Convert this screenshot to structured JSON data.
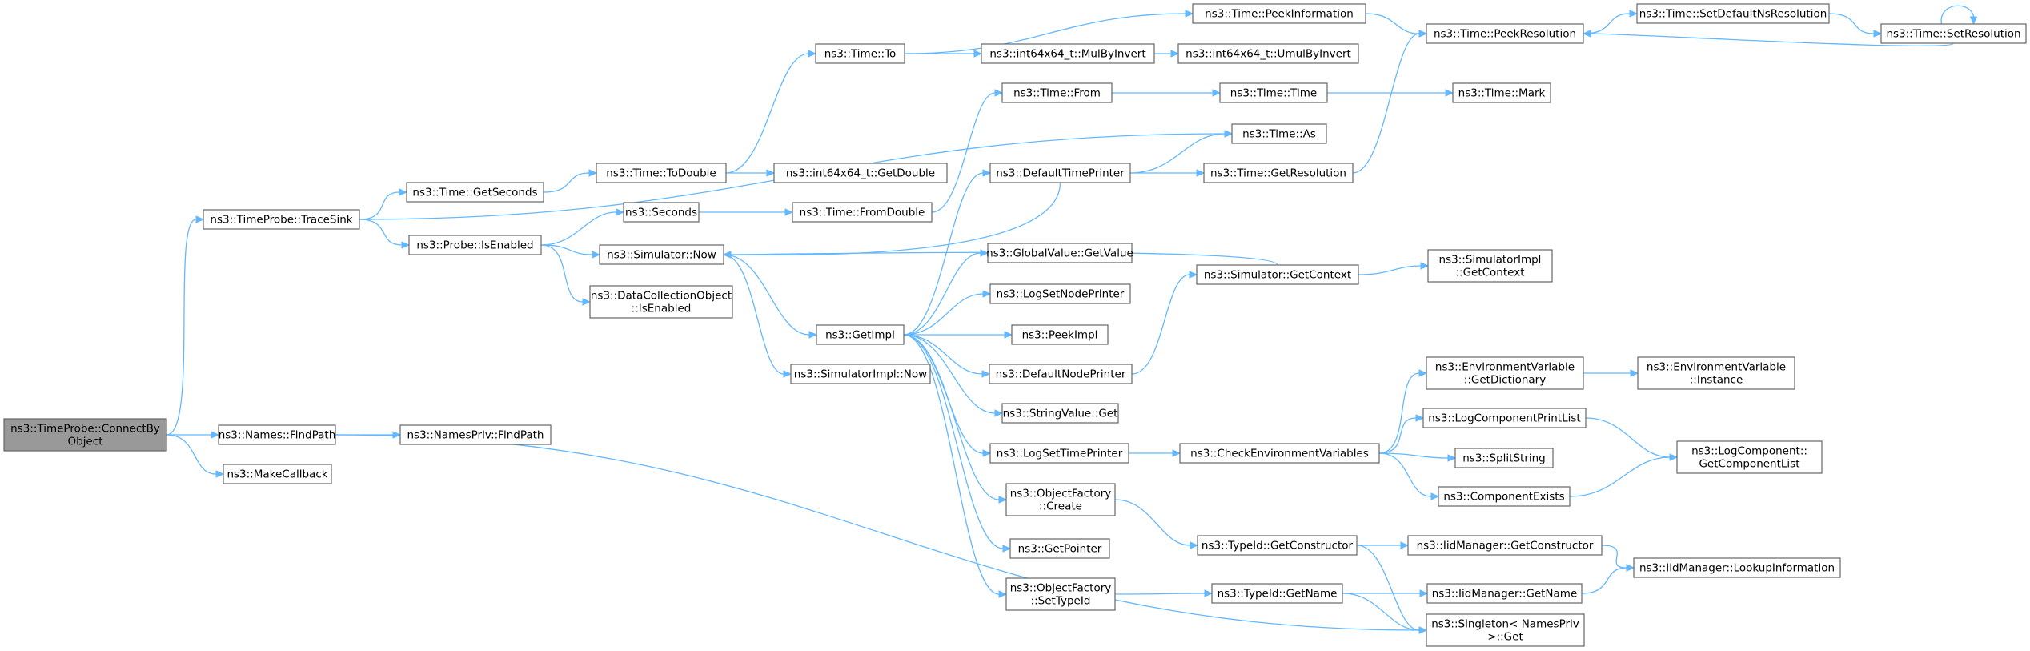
{
  "nodes": [
    {
      "id": "connect",
      "lines": [
        "ns3::TimeProbe::ConnectBy",
        "Object"
      ],
      "root": true
    },
    {
      "id": "tracesink",
      "lines": [
        "ns3::TimeProbe::TraceSink"
      ]
    },
    {
      "id": "findpath",
      "lines": [
        "ns3::Names::FindPath"
      ]
    },
    {
      "id": "makecb",
      "lines": [
        "ns3::MakeCallback"
      ]
    },
    {
      "id": "getseconds",
      "lines": [
        "ns3::Time::GetSeconds"
      ]
    },
    {
      "id": "isenabled",
      "lines": [
        "ns3::Probe::IsEnabled"
      ]
    },
    {
      "id": "as",
      "lines": [
        "ns3::Time::As"
      ]
    },
    {
      "id": "todouble",
      "lines": [
        "ns3::Time::ToDouble"
      ]
    },
    {
      "id": "seconds",
      "lines": [
        "ns3::Seconds"
      ]
    },
    {
      "id": "simnow",
      "lines": [
        "ns3::Simulator::Now"
      ]
    },
    {
      "id": "dcoisenabled",
      "lines": [
        "ns3::DataCollectionObject",
        "::IsEnabled"
      ]
    },
    {
      "id": "namesprivfind",
      "lines": [
        "ns3::NamesPriv::FindPath"
      ]
    },
    {
      "id": "singleton",
      "lines": [
        "ns3::Singleton< NamesPriv",
        ">::Get"
      ]
    },
    {
      "id": "timeto",
      "lines": [
        "ns3::Time::To"
      ]
    },
    {
      "id": "getdouble",
      "lines": [
        "ns3::int64x64_t::GetDouble"
      ]
    },
    {
      "id": "fromdouble",
      "lines": [
        "ns3::Time::FromDouble"
      ]
    },
    {
      "id": "getimpl",
      "lines": [
        "ns3::GetImpl"
      ]
    },
    {
      "id": "simimplnow",
      "lines": [
        "ns3::SimulatorImpl::Now"
      ]
    },
    {
      "id": "peekinfo",
      "lines": [
        "ns3::Time::PeekInformation"
      ]
    },
    {
      "id": "mulbyinvert",
      "lines": [
        "ns3::int64x64_t::MulByInvert"
      ]
    },
    {
      "id": "umulbyinvert",
      "lines": [
        "ns3::int64x64_t::UmulByInvert"
      ]
    },
    {
      "id": "timefrom",
      "lines": [
        "ns3::Time::From"
      ]
    },
    {
      "id": "timetime",
      "lines": [
        "ns3::Time::Time"
      ]
    },
    {
      "id": "timemark",
      "lines": [
        "ns3::Time::Mark"
      ]
    },
    {
      "id": "peekres",
      "lines": [
        "ns3::Time::PeekResolution"
      ]
    },
    {
      "id": "setdefns",
      "lines": [
        "ns3::Time::SetDefaultNsResolution"
      ]
    },
    {
      "id": "setres",
      "lines": [
        "ns3::Time::SetResolution"
      ]
    },
    {
      "id": "deftimeprinter",
      "lines": [
        "ns3::DefaultTimePrinter"
      ]
    },
    {
      "id": "getres",
      "lines": [
        "ns3::Time::GetResolution"
      ]
    },
    {
      "id": "globalvalue",
      "lines": [
        "ns3::GlobalValue::GetValue"
      ]
    },
    {
      "id": "lognodeprinter",
      "lines": [
        "ns3::LogSetNodePrinter"
      ]
    },
    {
      "id": "peekimpl",
      "lines": [
        "ns3::PeekImpl"
      ]
    },
    {
      "id": "defnodeprinter",
      "lines": [
        "ns3::DefaultNodePrinter"
      ]
    },
    {
      "id": "stringvalue",
      "lines": [
        "ns3::StringValue::Get"
      ]
    },
    {
      "id": "logtimeprinter",
      "lines": [
        "ns3::LogSetTimePrinter"
      ]
    },
    {
      "id": "objfactcreate",
      "lines": [
        "ns3::ObjectFactory",
        "::Create"
      ]
    },
    {
      "id": "getpointer",
      "lines": [
        "ns3::GetPointer"
      ]
    },
    {
      "id": "objfactsettype",
      "lines": [
        "ns3::ObjectFactory",
        "::SetTypeId"
      ]
    },
    {
      "id": "simgetctx",
      "lines": [
        "ns3::Simulator::GetContext"
      ]
    },
    {
      "id": "simimplctx",
      "lines": [
        "ns3::SimulatorImpl",
        "::GetContext"
      ]
    },
    {
      "id": "checkenv",
      "lines": [
        "ns3::CheckEnvironmentVariables"
      ]
    },
    {
      "id": "envdict",
      "lines": [
        "ns3::EnvironmentVariable",
        "::GetDictionary"
      ]
    },
    {
      "id": "envinst",
      "lines": [
        "ns3::EnvironmentVariable",
        "::Instance"
      ]
    },
    {
      "id": "logcompprint",
      "lines": [
        "ns3::LogComponentPrintList"
      ]
    },
    {
      "id": "splitstring",
      "lines": [
        "ns3::SplitString"
      ]
    },
    {
      "id": "compexists",
      "lines": [
        "ns3::ComponentExists"
      ]
    },
    {
      "id": "logcomplist",
      "lines": [
        "ns3::LogComponent::",
        "GetComponentList"
      ]
    },
    {
      "id": "typeidctor",
      "lines": [
        "ns3::TypeId::GetConstructor"
      ]
    },
    {
      "id": "typeidname",
      "lines": [
        "ns3::TypeId::GetName"
      ]
    },
    {
      "id": "iidctor",
      "lines": [
        "ns3::IidManager::GetConstructor"
      ]
    },
    {
      "id": "iidname",
      "lines": [
        "ns3::IidManager::GetName"
      ]
    },
    {
      "id": "iidlookup",
      "lines": [
        "ns3::IidManager::LookupInformation"
      ]
    }
  ],
  "edges": [
    [
      "connect",
      "tracesink"
    ],
    [
      "connect",
      "findpath"
    ],
    [
      "connect",
      "makecb"
    ],
    [
      "tracesink",
      "as"
    ],
    [
      "tracesink",
      "getseconds"
    ],
    [
      "tracesink",
      "isenabled"
    ],
    [
      "getseconds",
      "todouble"
    ],
    [
      "todouble",
      "timeto"
    ],
    [
      "todouble",
      "getdouble"
    ],
    [
      "isenabled",
      "seconds"
    ],
    [
      "isenabled",
      "simnow"
    ],
    [
      "isenabled",
      "dcoisenabled"
    ],
    [
      "seconds",
      "fromdouble"
    ],
    [
      "simnow",
      "getimpl"
    ],
    [
      "simnow",
      "simimplnow"
    ],
    [
      "findpath",
      "namesprivfind"
    ],
    [
      "findpath",
      "singleton"
    ],
    [
      "timeto",
      "peekinfo"
    ],
    [
      "timeto",
      "mulbyinvert"
    ],
    [
      "mulbyinvert",
      "umulbyinvert"
    ],
    [
      "peekinfo",
      "peekres"
    ],
    [
      "peekres",
      "setdefns"
    ],
    [
      "setdefns",
      "setres"
    ],
    [
      "setres",
      "peekres"
    ],
    [
      "setres",
      "setres"
    ],
    [
      "fromdouble",
      "timefrom"
    ],
    [
      "timefrom",
      "timetime"
    ],
    [
      "timetime",
      "timemark"
    ],
    [
      "getimpl",
      "deftimeprinter"
    ],
    [
      "getimpl",
      "globalvalue"
    ],
    [
      "getimpl",
      "lognodeprinter"
    ],
    [
      "getimpl",
      "peekimpl"
    ],
    [
      "getimpl",
      "defnodeprinter"
    ],
    [
      "getimpl",
      "stringvalue"
    ],
    [
      "getimpl",
      "logtimeprinter"
    ],
    [
      "getimpl",
      "objfactcreate"
    ],
    [
      "getimpl",
      "getpointer"
    ],
    [
      "getimpl",
      "objfactsettype"
    ],
    [
      "deftimeprinter",
      "as"
    ],
    [
      "deftimeprinter",
      "getres"
    ],
    [
      "deftimeprinter",
      "simnow"
    ],
    [
      "getres",
      "peekres"
    ],
    [
      "defnodeprinter",
      "simgetctx"
    ],
    [
      "simgetctx",
      "simimplctx"
    ],
    [
      "simgetctx",
      "simnow"
    ],
    [
      "logtimeprinter",
      "checkenv"
    ],
    [
      "checkenv",
      "envdict"
    ],
    [
      "checkenv",
      "logcompprint"
    ],
    [
      "checkenv",
      "splitstring"
    ],
    [
      "checkenv",
      "compexists"
    ],
    [
      "envdict",
      "envinst"
    ],
    [
      "logcompprint",
      "logcomplist"
    ],
    [
      "compexists",
      "logcomplist"
    ],
    [
      "objfactcreate",
      "typeidctor"
    ],
    [
      "objfactsettype",
      "typeidname"
    ],
    [
      "typeidctor",
      "iidctor"
    ],
    [
      "typeidctor",
      "singleton"
    ],
    [
      "typeidname",
      "iidname"
    ],
    [
      "typeidname",
      "singleton"
    ],
    [
      "iidctor",
      "iidlookup"
    ],
    [
      "iidname",
      "iidlookup"
    ]
  ]
}
